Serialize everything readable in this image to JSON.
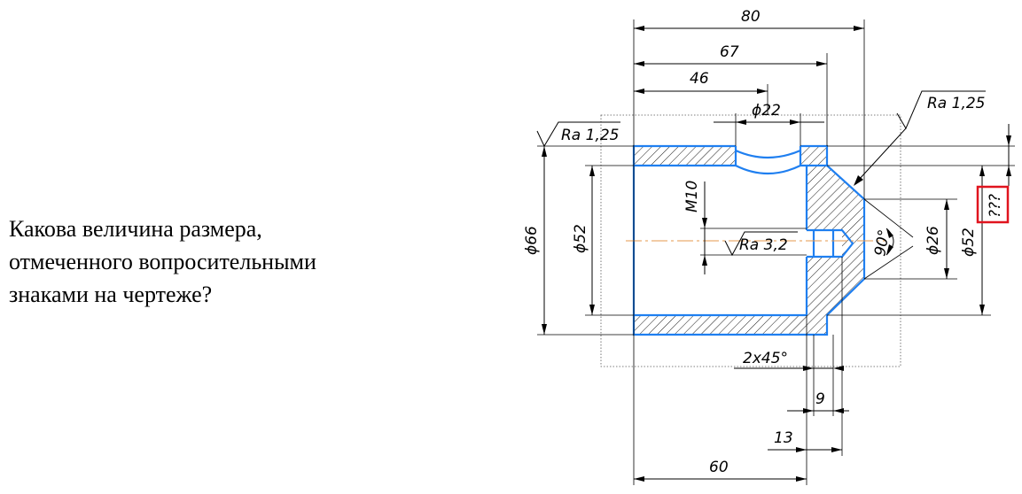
{
  "question": {
    "lines": [
      "Какова величина размера,",
      "отмеченного вопросительными",
      "знаками на чертеже?"
    ]
  },
  "drawing": {
    "dimensions": {
      "len_80": "80",
      "len_67": "67",
      "len_46": "46",
      "dia_22": "ϕ22",
      "dia_66": "ϕ66",
      "dia_52_left": "ϕ52",
      "thread_m10": "M10",
      "dia_26": "ϕ26",
      "dia_52_right": "ϕ52",
      "unknown": "???",
      "angle_90": "90°",
      "chamfer": "2x45°",
      "len_9": "9",
      "len_13": "13",
      "len_60": "60"
    },
    "roughness": {
      "top_left": "Ra 1,25",
      "top_right": "Ra 1,25",
      "hole": "Ra 3,2"
    },
    "colors": {
      "outline": "#1f7ff0",
      "axis": "#e69a4e",
      "highlight": "#e0141e"
    }
  }
}
